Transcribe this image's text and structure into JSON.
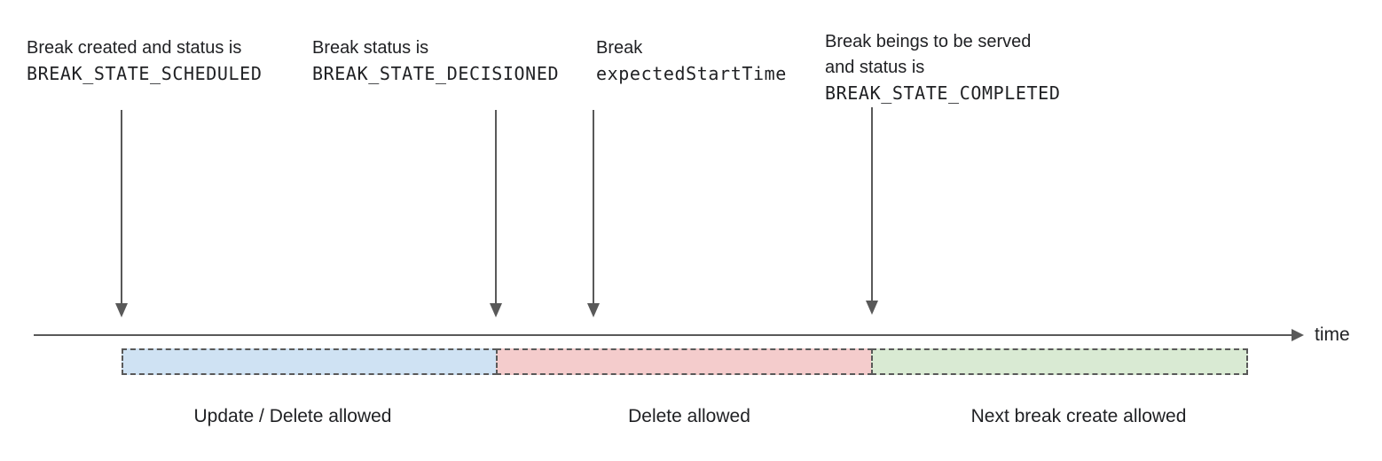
{
  "diagram": {
    "title": "break-lifecycle-timeline",
    "annotations": [
      {
        "line1": "Break created and status is",
        "code": "BREAK_STATE_SCHEDULED"
      },
      {
        "line1": "Break status is",
        "code": "BREAK_STATE_DECISIONED"
      },
      {
        "line1": "Break",
        "code": "expectedStartTime"
      },
      {
        "line1": "Break beings to be served",
        "line2": "and status is",
        "code": "BREAK_STATE_COMPLETED"
      }
    ],
    "axis_label": "time",
    "regions": [
      {
        "label": "Update / Delete allowed",
        "color": "#cfe2f3"
      },
      {
        "label": "Delete allowed",
        "color": "#f4cccc"
      },
      {
        "label": "Next break create allowed",
        "color": "#d9ead3"
      }
    ],
    "colors": {
      "line": "#595959",
      "text": "#202124"
    }
  }
}
